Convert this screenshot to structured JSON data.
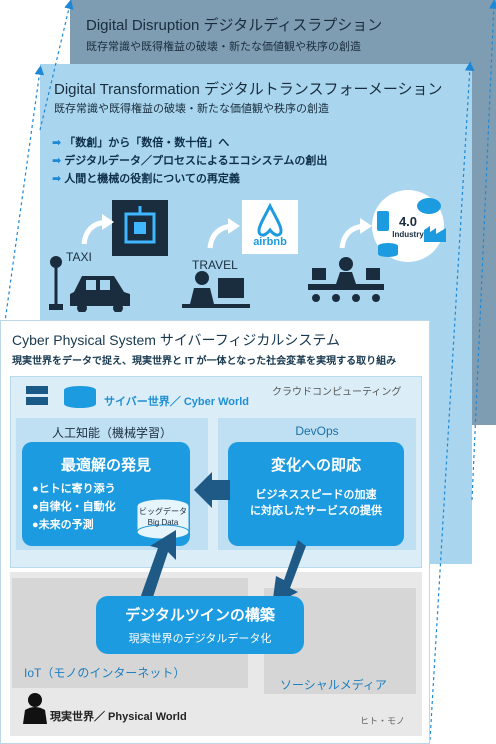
{
  "disruption": {
    "title": "Digital Disruption デジタルディスラプション",
    "subtitle": "既存常識や既得権益の破壊・新たな価値観や秩序の創造"
  },
  "transformation": {
    "title": "Digital Transformation デジタルトランスフォーメーション",
    "subtitle": "既存常識や既得権益の破壊・新たな価値観や秩序の創造",
    "bullets": [
      "「数創」から「数倍・数十倍」へ",
      "デジタルデータ／プロセスによるエコシステムの創出",
      "人間と機械の役割についての再定義"
    ],
    "examples": {
      "taxi": "TAXI",
      "travel": "TRAVEL",
      "airbnb": "airbnb",
      "industry_version": "4.0",
      "industry_label": "Industry"
    }
  },
  "cps": {
    "title": "Cyber Physical System サイバーフィジカルシステム",
    "subtitle": "現実世界をデータで捉え、現実世界と IT が一体となった社会変革を実現する取り組み",
    "cloud": "クラウドコンピューティング",
    "cyber_world": "サイバー世界／ Cyber World",
    "ai_label": "人工知能（機械学習）",
    "devops_label": "DevOps",
    "optimal": {
      "title": "最適解の発見",
      "items": [
        "●ヒトに寄り添う",
        "●自律化・自動化",
        "●未来の予測"
      ]
    },
    "bigdata": {
      "jp": "ビッグデータ",
      "en": "Big Data"
    },
    "change": {
      "title": "変化への即応",
      "desc1": "ビジネススピードの加速",
      "desc2": "に対応したサービスの提供"
    },
    "twin": {
      "title": "デジタルツインの構築",
      "sub": "現実世界のデジタルデータ化"
    },
    "iot": "IoT（モノのインターネット）",
    "social": "ソーシャルメディア",
    "physical_world": "現実世界／ Physical World",
    "hito_mono": "ヒト・モノ"
  },
  "colors": {
    "disruption_bg": "#7f9db2",
    "transformation_bg": "#a9d6ee",
    "accent": "#1d9be0",
    "arrow_dark": "#1f5a86"
  }
}
